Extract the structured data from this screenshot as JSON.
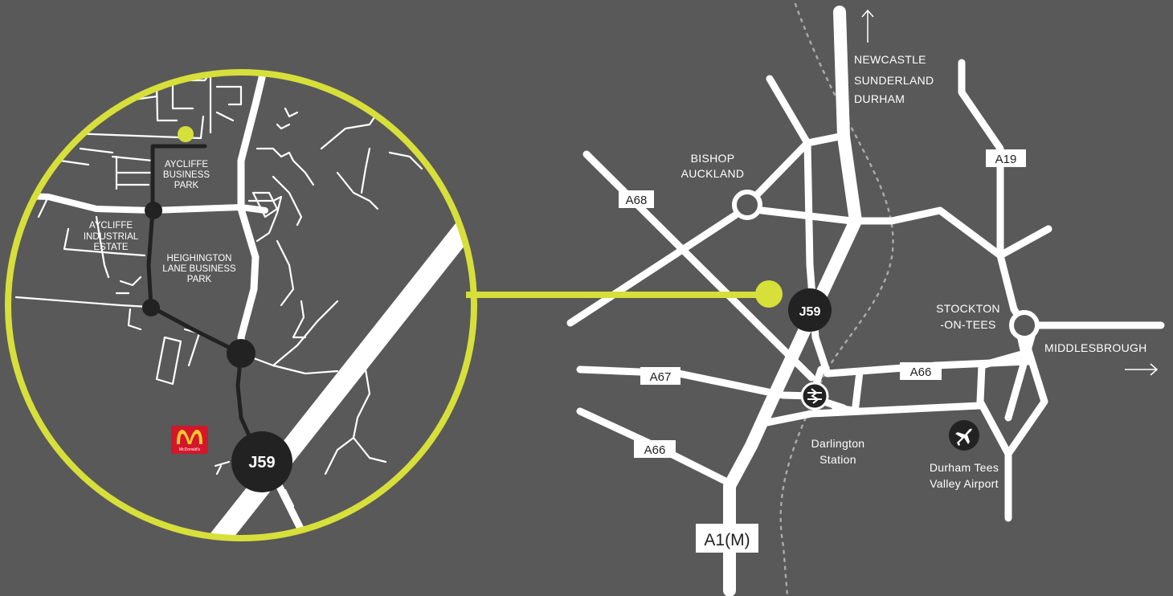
{
  "colors": {
    "background": "#595959",
    "accent": "#d7df3a",
    "road": "#ffffff",
    "marker": "#222222"
  },
  "inset": {
    "labels": {
      "aycliffe_business_park": [
        "AYCLIFFE",
        "BUSINESS",
        "PARK"
      ],
      "aycliffe_industrial_estate": [
        "AYCLIFFE",
        "INDUSTRIAL",
        "ESTATE"
      ],
      "heighington_lane": [
        "HEIGHINGTON",
        "LANE BUSINESS",
        "PARK"
      ]
    },
    "junction": "J59",
    "mcdonalds": "McDonald's"
  },
  "map": {
    "destinations_north": [
      "NEWCASTLE",
      "SUNDERLAND",
      "DURHAM"
    ],
    "bishop_auckland": [
      "BISHOP",
      "AUCKLAND"
    ],
    "stockton": [
      "STOCKTON",
      "-ON-TEES"
    ],
    "middlesbrough": "MIDDLESBROUGH",
    "darlington_station": [
      "Darlington",
      "Station"
    ],
    "airport": [
      "Durham Tees",
      "Valley Airport"
    ],
    "junction": "J59",
    "road_labels": {
      "a68": "A68",
      "a19": "A19",
      "a67": "A67",
      "a66_east": "A66",
      "a66_west": "A66",
      "a1m": "A1(M)"
    }
  }
}
